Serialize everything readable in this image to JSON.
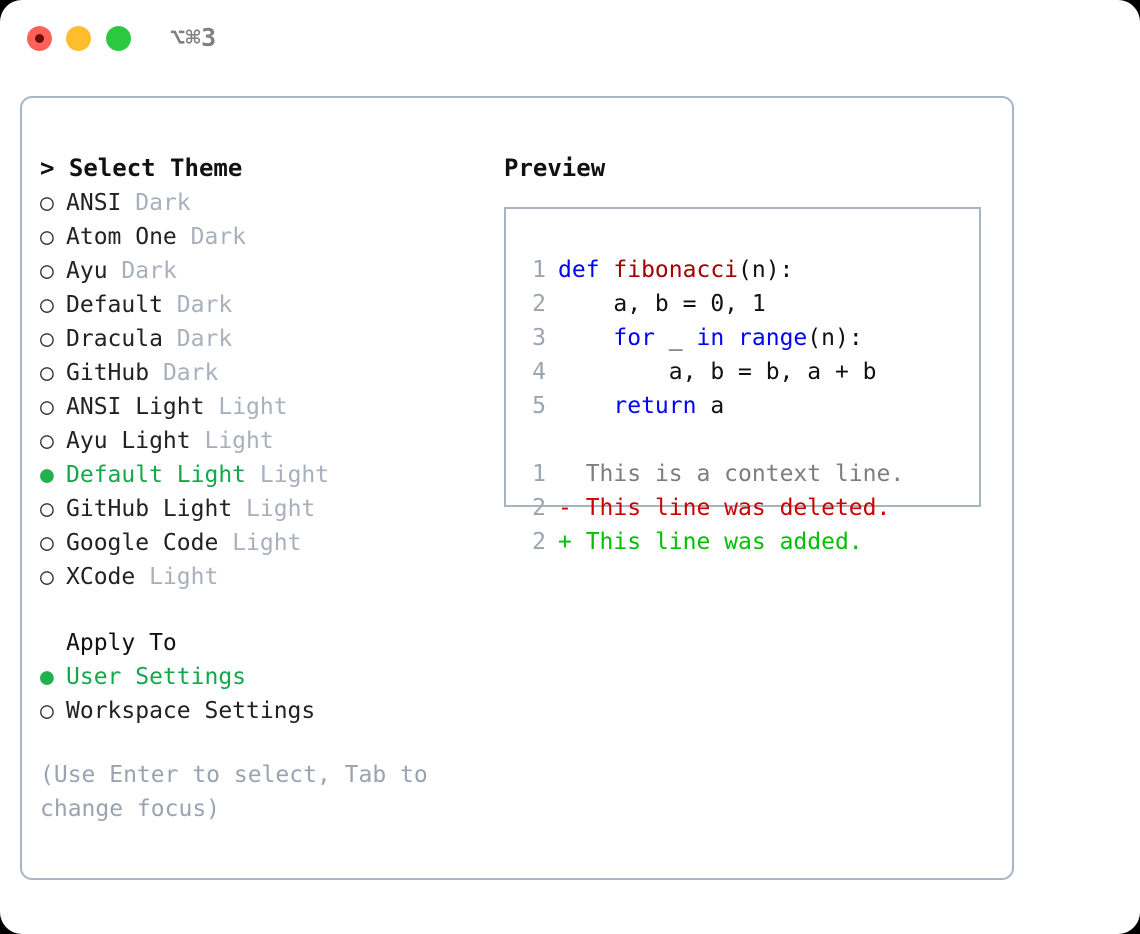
{
  "titlebar": {
    "shortcut": "⌥⌘3",
    "buttons": {
      "close": "close",
      "minimize": "minimize",
      "maximize": "maximize"
    },
    "colors": {
      "close": "#ff6159",
      "minimize": "#ffbd2e",
      "maximize": "#2bc840",
      "shortcut_text": "#808080"
    }
  },
  "theme_chooser": {
    "header": "> Select Theme",
    "markers": {
      "selected": "●",
      "unselected": "○"
    },
    "selected_color": "#13a84a",
    "items": [
      {
        "marker": "○",
        "name": "ANSI",
        "category": "Dark",
        "selected": false
      },
      {
        "marker": "○",
        "name": "Atom One",
        "category": "Dark",
        "selected": false
      },
      {
        "marker": "○",
        "name": "Ayu",
        "category": "Dark",
        "selected": false
      },
      {
        "marker": "○",
        "name": "Default",
        "category": "Dark",
        "selected": false
      },
      {
        "marker": "○",
        "name": "Dracula",
        "category": "Dark",
        "selected": false
      },
      {
        "marker": "○",
        "name": "GitHub",
        "category": "Dark",
        "selected": false
      },
      {
        "marker": "○",
        "name": "ANSI Light",
        "category": "Light",
        "selected": false
      },
      {
        "marker": "○",
        "name": "Ayu Light",
        "category": "Light",
        "selected": false
      },
      {
        "marker": "●",
        "name": "Default Light",
        "category": "Light",
        "selected": true
      },
      {
        "marker": "○",
        "name": "GitHub Light",
        "category": "Light",
        "selected": false
      },
      {
        "marker": "○",
        "name": "Google Code",
        "category": "Light",
        "selected": false
      },
      {
        "marker": "○",
        "name": "XCode",
        "category": "Light",
        "selected": false
      }
    ]
  },
  "apply_to": {
    "title": "Apply To",
    "items": [
      {
        "marker": "●",
        "name": "User Settings",
        "selected": true
      },
      {
        "marker": "○",
        "name": "Workspace Settings",
        "selected": false
      }
    ]
  },
  "hint": "(Use Enter to select, Tab to change focus)",
  "preview": {
    "title": "Preview",
    "code_lines": [
      {
        "number": "1",
        "tokens": [
          {
            "text": "def ",
            "kind": "kw"
          },
          {
            "text": "fibonacci",
            "kind": "fn"
          },
          {
            "text": "(n):",
            "kind": "plain"
          }
        ]
      },
      {
        "number": "2",
        "tokens": [
          {
            "text": "    a, b = 0, 1",
            "kind": "plain"
          }
        ]
      },
      {
        "number": "3",
        "tokens": [
          {
            "text": "    ",
            "kind": "plain"
          },
          {
            "text": "for",
            "kind": "kw"
          },
          {
            "text": " _ ",
            "kind": "plain"
          },
          {
            "text": "in",
            "kind": "kw"
          },
          {
            "text": " ",
            "kind": "plain"
          },
          {
            "text": "range",
            "kind": "kw"
          },
          {
            "text": "(n):",
            "kind": "plain"
          }
        ]
      },
      {
        "number": "4",
        "tokens": [
          {
            "text": "        a, b = b, a + b",
            "kind": "plain"
          }
        ]
      },
      {
        "number": "5",
        "tokens": [
          {
            "text": "    ",
            "kind": "plain"
          },
          {
            "text": "return",
            "kind": "kw"
          },
          {
            "text": " a",
            "kind": "plain"
          }
        ]
      }
    ],
    "diff_lines": [
      {
        "number": "1",
        "prefix": " ",
        "text": " This is a context line.",
        "kind": "ctx"
      },
      {
        "number": "2",
        "prefix": "-",
        "text": " This line was deleted.",
        "kind": "del"
      },
      {
        "number": "2",
        "prefix": "+",
        "text": " This line was added.",
        "kind": "add"
      }
    ],
    "syntax_colors": {
      "keyword": "#0000ff",
      "function": "#a00000",
      "plain": "#111111",
      "line_number": "#9aa5b1",
      "diff_context": "#7d7d7d",
      "diff_deleted": "#cc0000",
      "diff_added": "#00c000"
    }
  }
}
